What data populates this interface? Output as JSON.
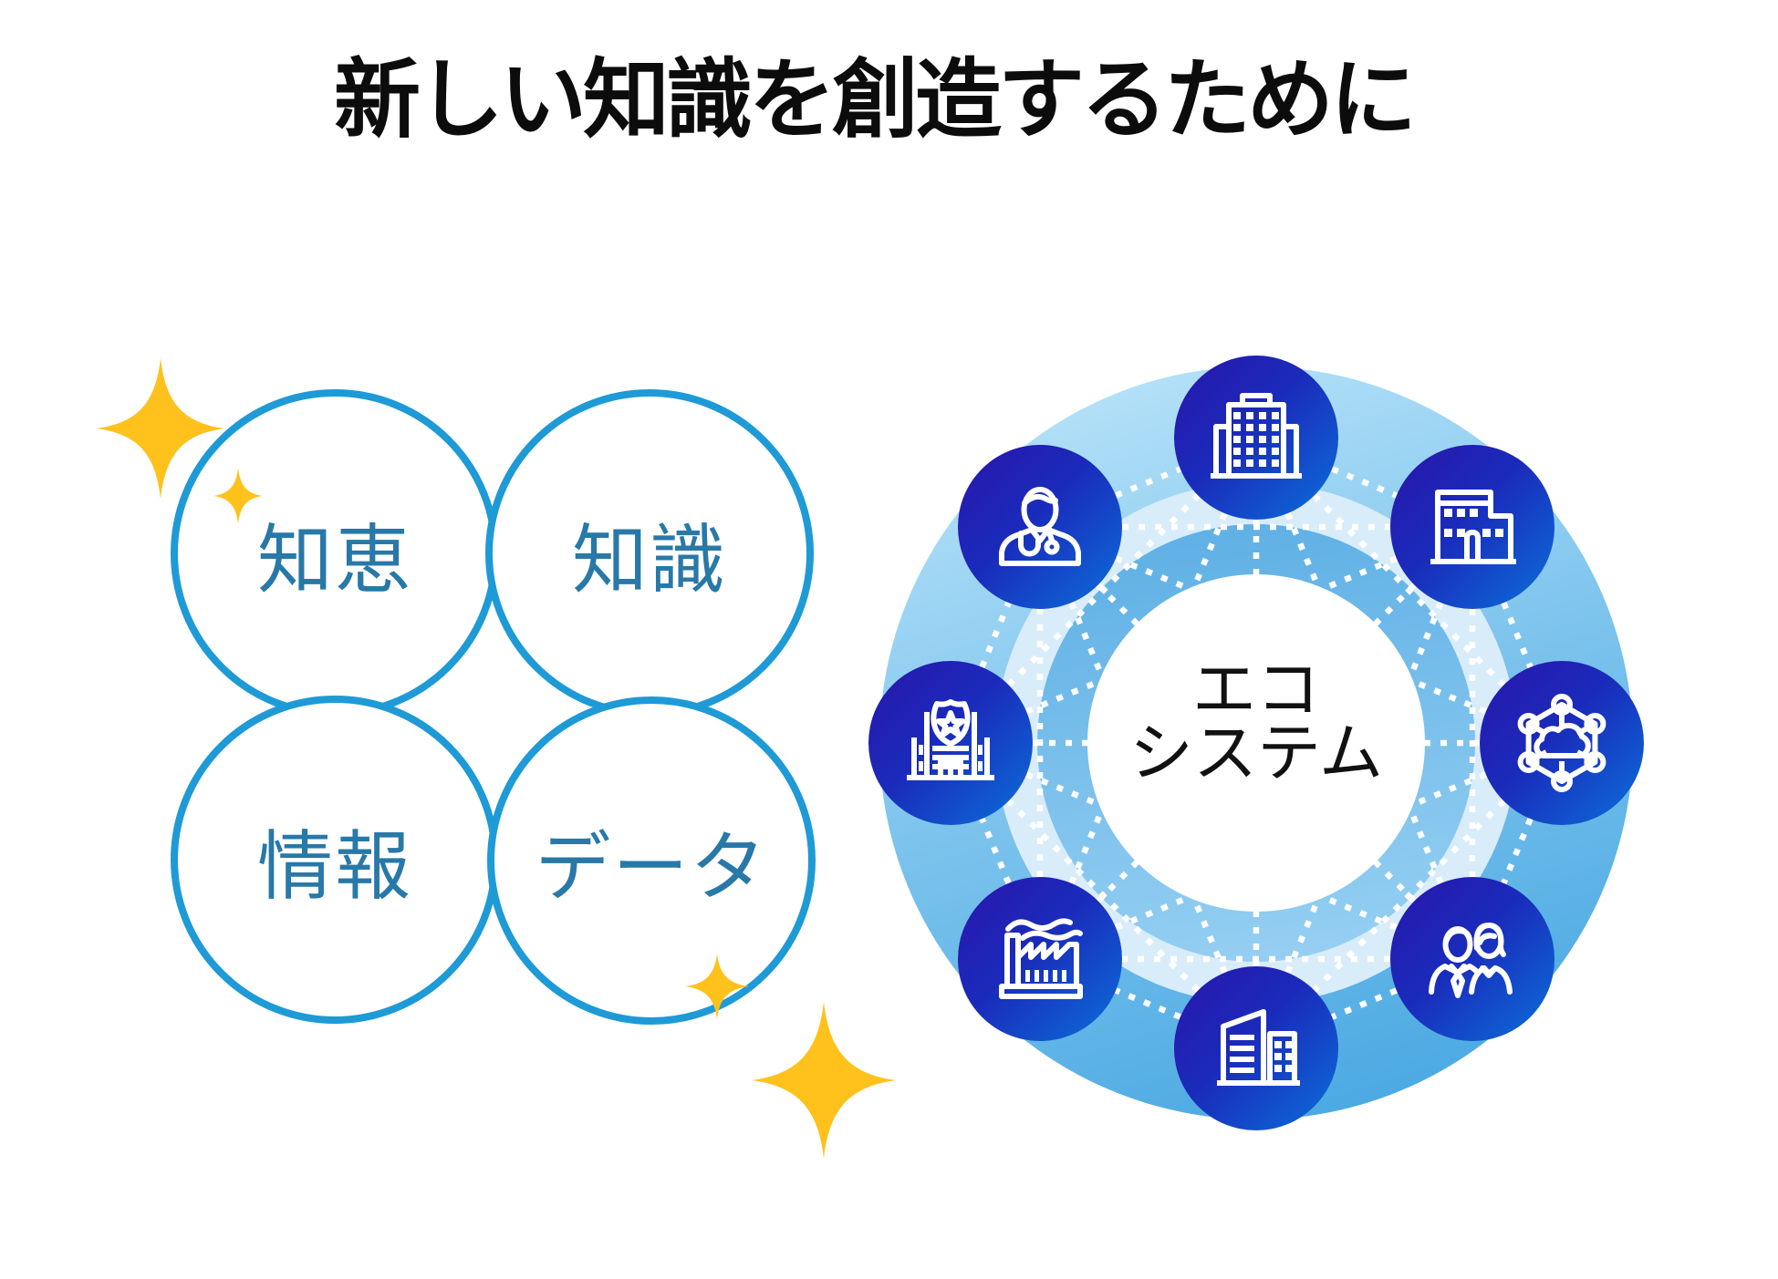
{
  "title": "新しい知識を創造するために",
  "left_cluster": {
    "circles": [
      {
        "id": "wisdom",
        "label": "知恵"
      },
      {
        "id": "knowledge",
        "label": "知識"
      },
      {
        "id": "information",
        "label": "情報"
      },
      {
        "id": "data",
        "label": "データ"
      }
    ],
    "sparkle_color": "#FFC21D",
    "circle_stroke_color": "#1E9AD6",
    "circle_text_color": "#2878A8"
  },
  "ecosystem": {
    "center_label_line1": "エコ",
    "center_label_line2": "システム",
    "nodes": [
      {
        "position": "top",
        "icon": "office-building-icon"
      },
      {
        "position": "top-right",
        "icon": "public-building-icon"
      },
      {
        "position": "right",
        "icon": "cloud-network-icon"
      },
      {
        "position": "bottom-right",
        "icon": "business-people-icon"
      },
      {
        "position": "bottom",
        "icon": "city-buildings-icon"
      },
      {
        "position": "bottom-left",
        "icon": "factory-icon"
      },
      {
        "position": "left",
        "icon": "police-station-icon"
      },
      {
        "position": "top-left",
        "icon": "doctor-icon"
      }
    ],
    "colors": {
      "outer_ring_top": "#B6E2F8",
      "outer_ring_bottom": "#4BA9E2",
      "pale_band": "#D9ECFA",
      "inner_ring_top": "#5FB0E5",
      "inner_ring_bottom": "#95CFF2",
      "node_gradient_start": "#2A15AB",
      "node_gradient_end": "#0B70DA",
      "icon_stroke": "#FFFFFF",
      "dotted_line": "#FFFFFF",
      "center_text": "#111111"
    }
  }
}
